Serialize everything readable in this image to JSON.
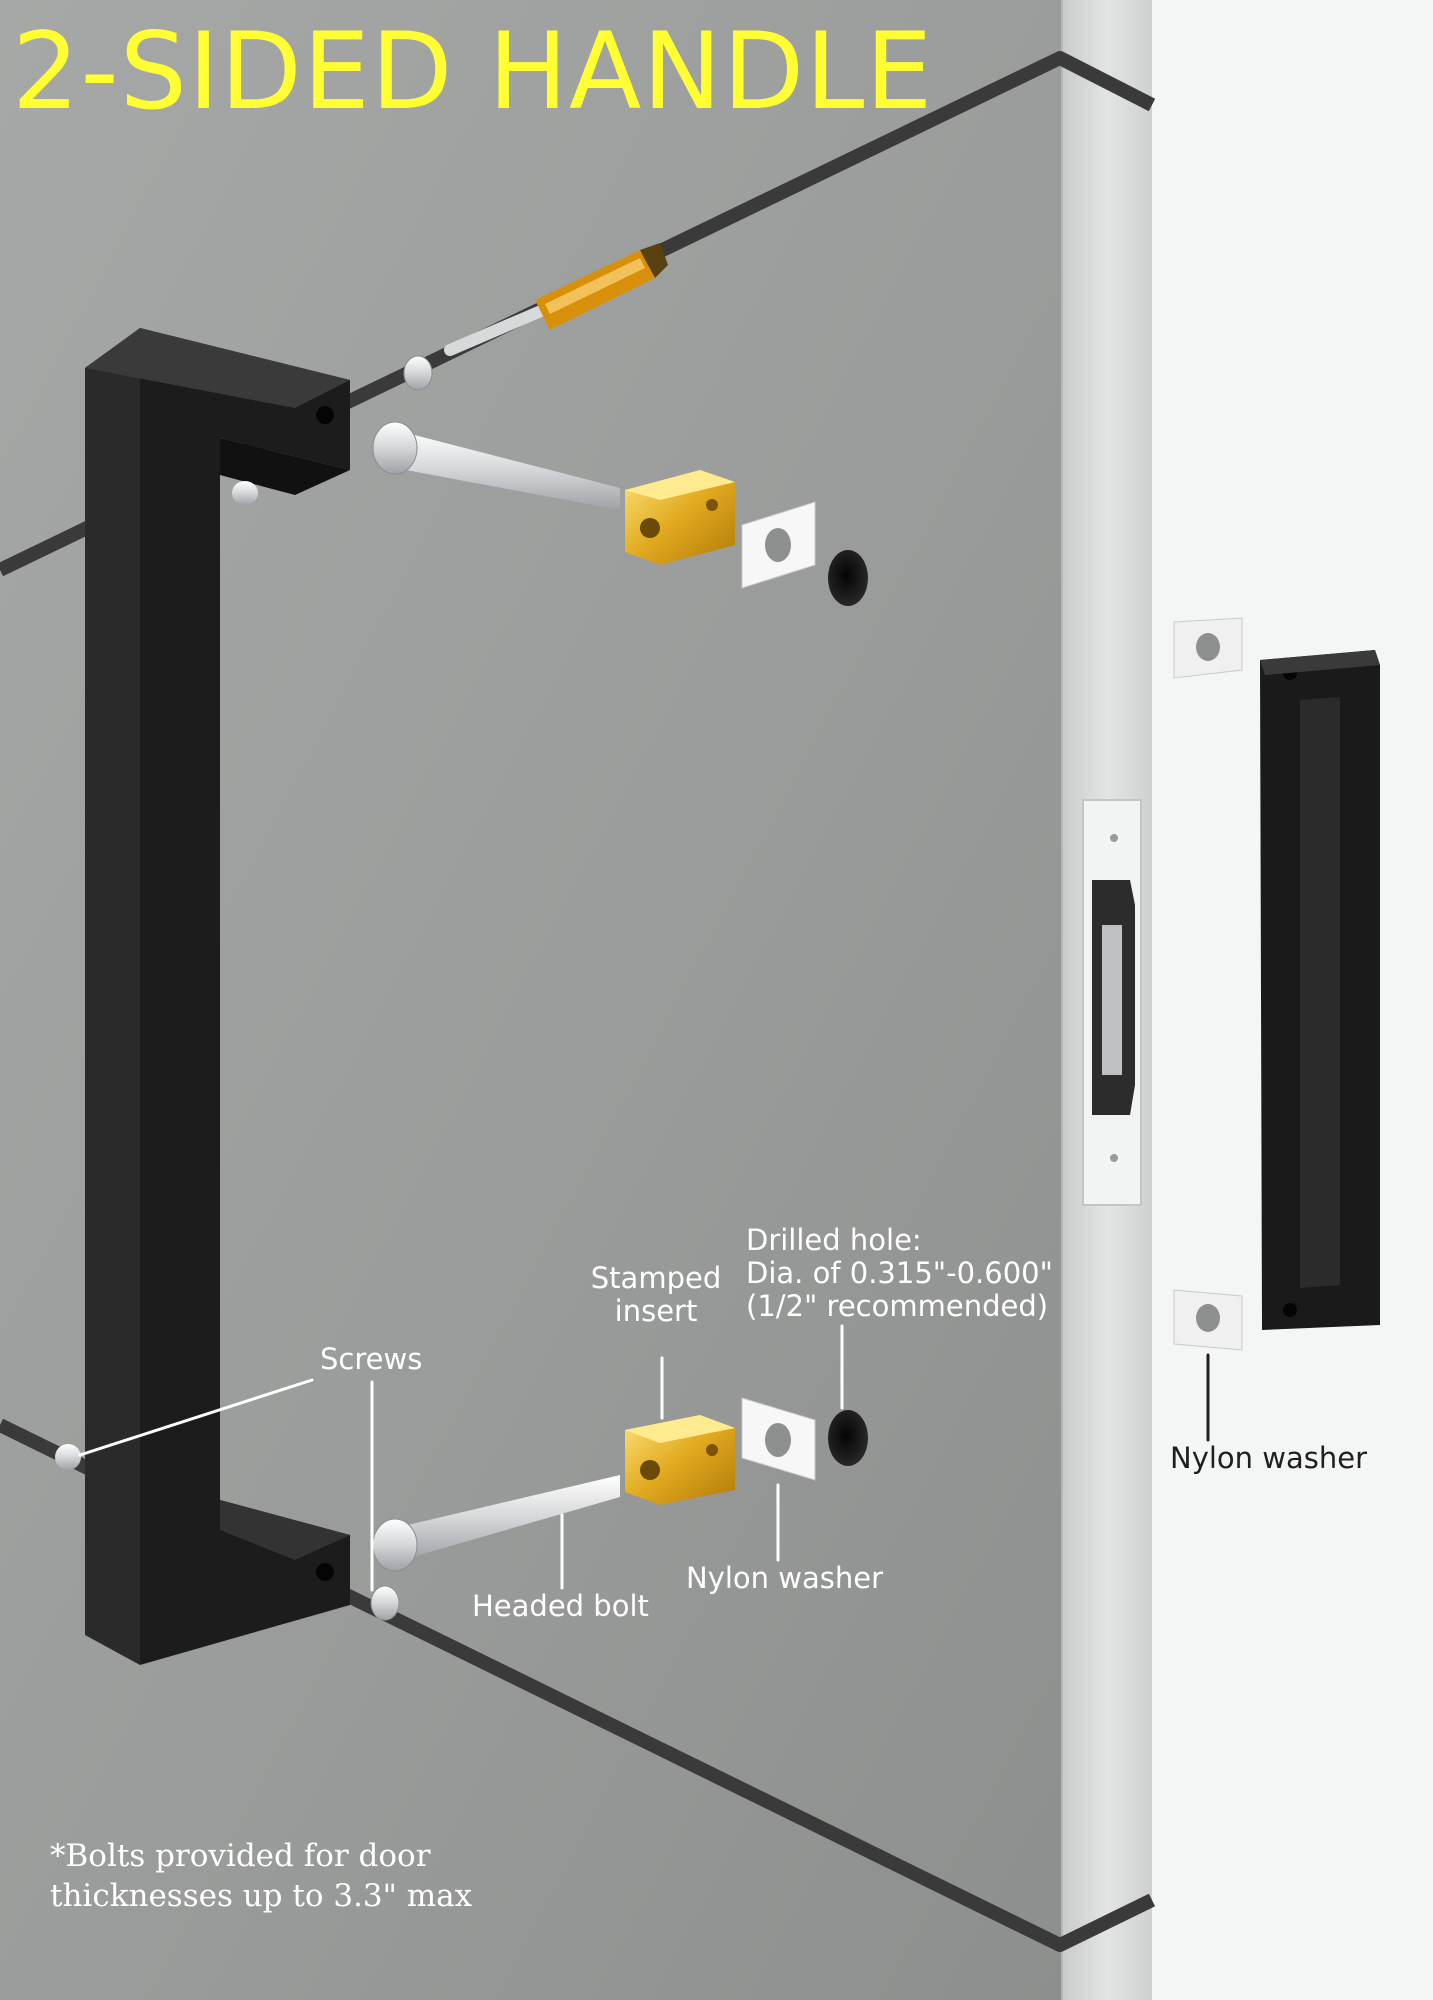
{
  "title": "2-SIDED HANDLE",
  "colors": {
    "title": "#ffff33",
    "door": "#9b9d9c",
    "door_edge": "#d9dbdb",
    "background": "#f4f6f6",
    "handle": "#1b1b1b",
    "insert": "#d8a21a",
    "screwdriver_handle": "#d8900a",
    "label_light": "#ffffff",
    "label_dark": "#1f1f1f"
  },
  "labels": {
    "screws": "Screws",
    "stamped_insert_line1": "Stamped",
    "stamped_insert_line2": "insert",
    "drilled_hole_line1": "Drilled hole:",
    "drilled_hole_line2": "Dia. of 0.315\"-0.600\"",
    "drilled_hole_line3": "(1/2\" recommended)",
    "headed_bolt": "Headed bolt",
    "nylon_washer_front": "Nylon washer",
    "nylon_washer_side": "Nylon washer"
  },
  "footnote": {
    "line1": "*Bolts provided for door",
    "line2": "thicknesses up to 3.3\" max"
  }
}
